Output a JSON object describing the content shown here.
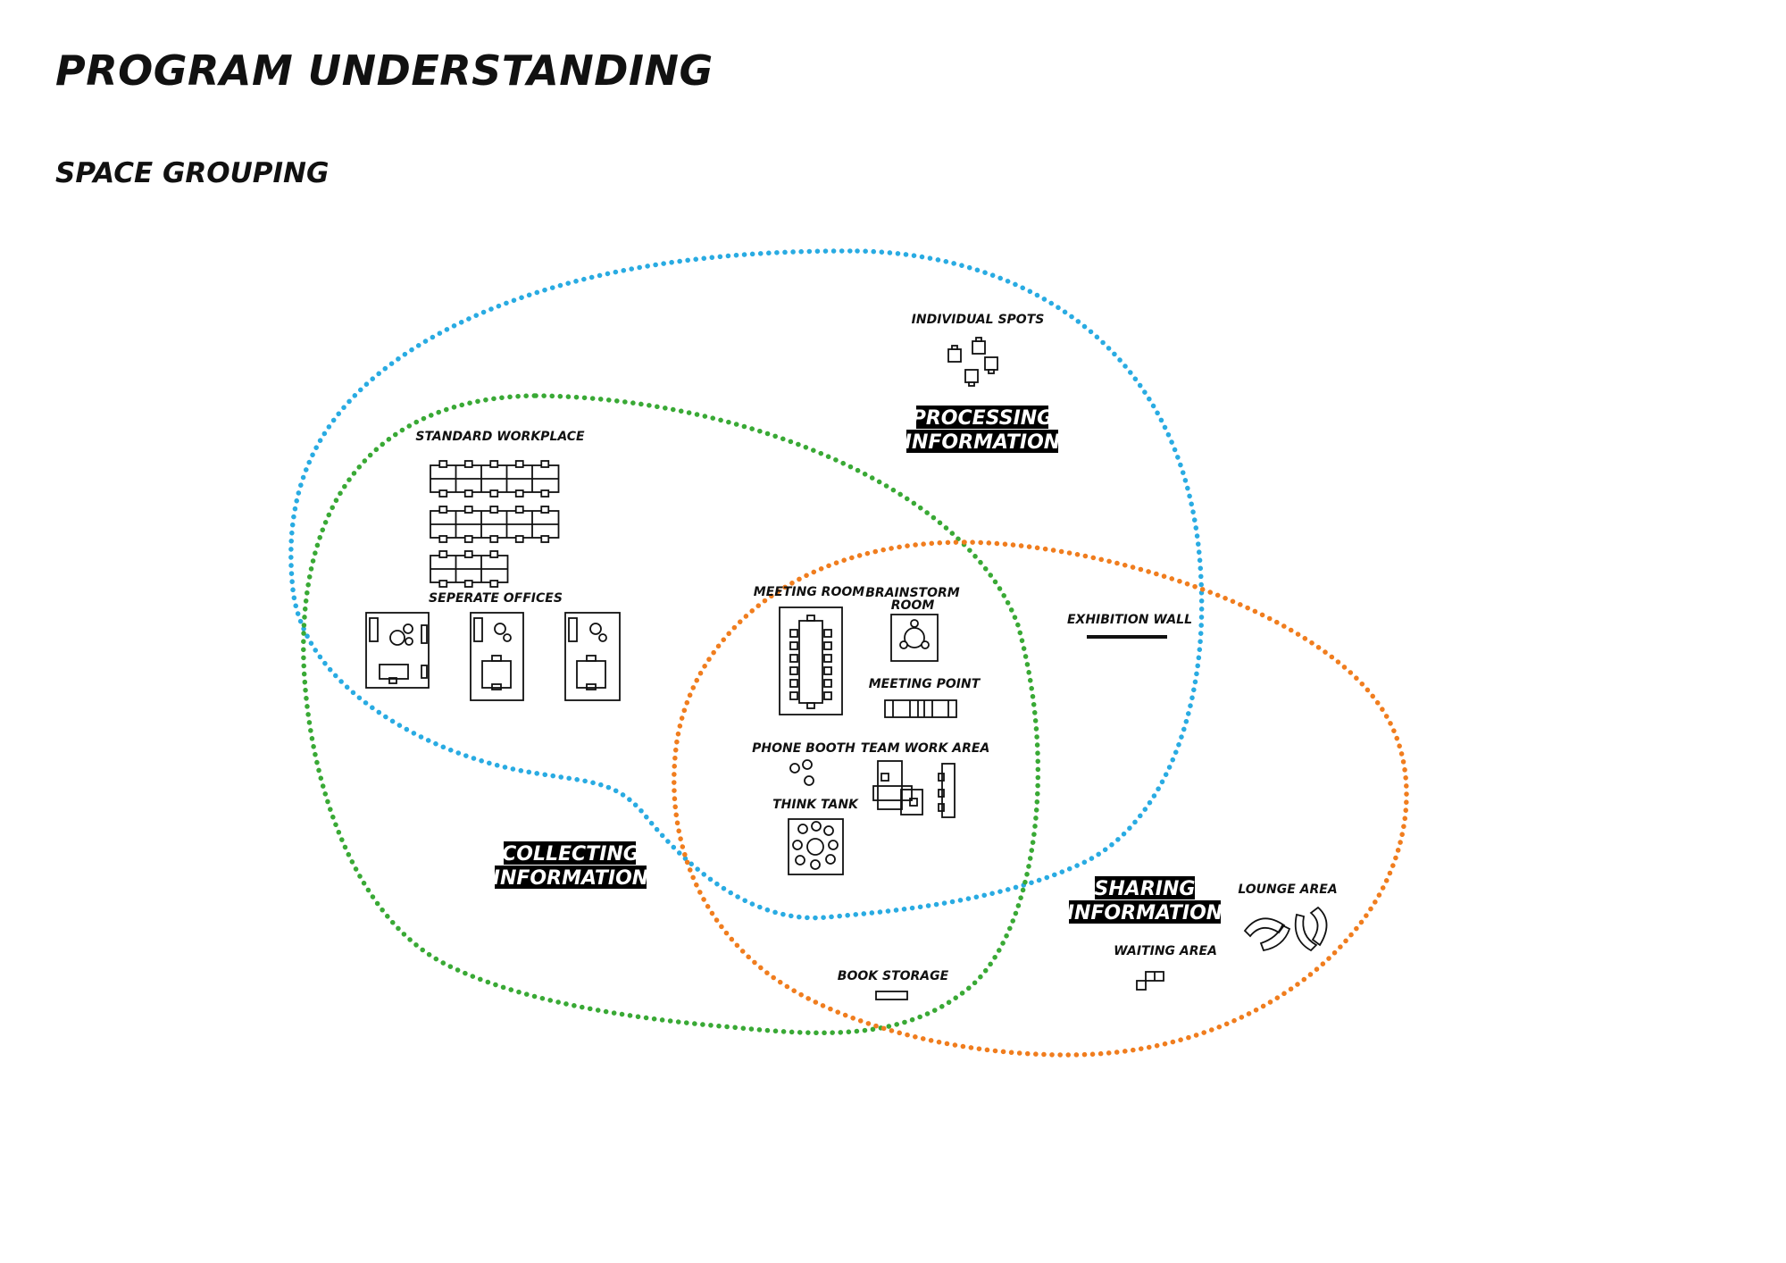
{
  "page": {
    "title": "PROGRAM UNDERSTANDING",
    "subtitle": "SPACE GROUPING"
  },
  "groups": {
    "processing": {
      "line1": "PROCESSING",
      "line2": "INFORMATION",
      "color": "#29abe2"
    },
    "collecting": {
      "line1": "COLLECTING",
      "line2": "INFORMATION",
      "color": "#39a935"
    },
    "sharing": {
      "line1": "SHARING",
      "line2": "INFORMATION",
      "color": "#f07d1e"
    }
  },
  "spaces": {
    "individual_spots": "INDIVIDUAL SPOTS",
    "standard_workplace": "STANDARD WORKPLACE",
    "seperate_offices": "SEPERATE OFFICES",
    "meeting_room": "MEETING ROOM",
    "brainstorm_room_line1": "BRAINSTORM",
    "brainstorm_room_line2": "ROOM",
    "meeting_point": "MEETING POINT",
    "phone_booth": "PHONE BOOTH",
    "team_work_area": "TEAM WORK AREA",
    "think_tank": "THINK TANK",
    "exhibition_wall": "EXHIBITION WALL",
    "book_storage": "BOOK STORAGE",
    "lounge_area": "LOUNGE AREA",
    "waiting_area": "WAITING AREA"
  }
}
